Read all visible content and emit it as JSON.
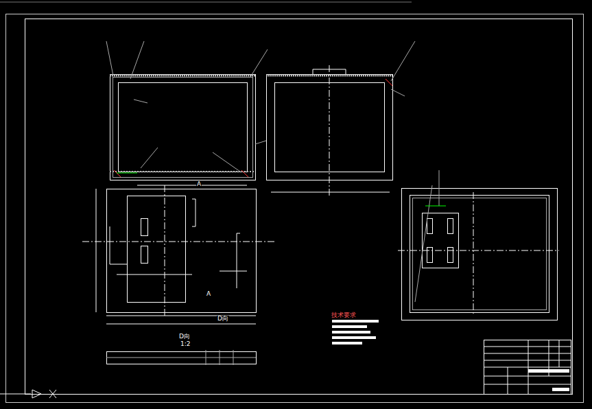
{
  "diagram": {
    "labels": [
      "A",
      "A",
      "D向",
      "D向",
      "1:2",
      "技术要求"
    ]
  }
}
